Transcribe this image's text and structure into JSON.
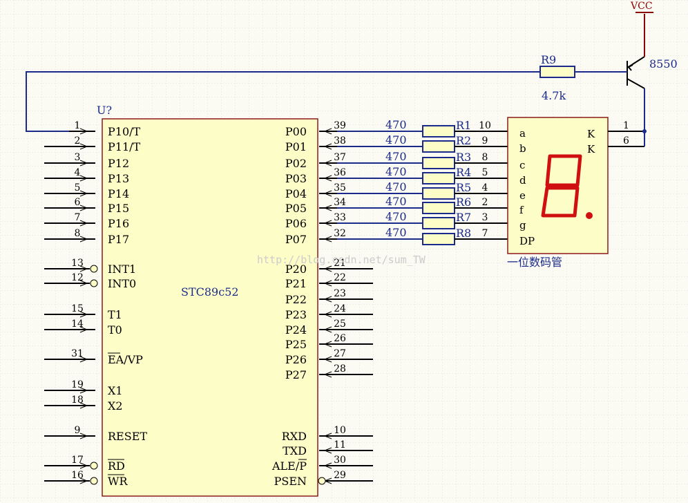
{
  "chip": {
    "designator": "U?",
    "name": "STC89c52",
    "left_pins": [
      {
        "num": "1",
        "name": "P10/T"
      },
      {
        "num": "2",
        "name": "P11/T"
      },
      {
        "num": "3",
        "name": "P12"
      },
      {
        "num": "4",
        "name": "P13"
      },
      {
        "num": "5",
        "name": "P14"
      },
      {
        "num": "6",
        "name": "P15"
      },
      {
        "num": "7",
        "name": "P16"
      },
      {
        "num": "8",
        "name": "P17"
      },
      {
        "num": "13",
        "name": "INT1"
      },
      {
        "num": "12",
        "name": "INT0"
      },
      {
        "num": "15",
        "name": "T1"
      },
      {
        "num": "14",
        "name": "T0"
      },
      {
        "num": "31",
        "name": "EA/VP"
      },
      {
        "num": "19",
        "name": "X1"
      },
      {
        "num": "18",
        "name": "X2"
      },
      {
        "num": "9",
        "name": "RESET"
      },
      {
        "num": "17",
        "name": "RD"
      },
      {
        "num": "16",
        "name": "WR"
      }
    ],
    "right_pins": [
      {
        "num": "39",
        "name": "P00"
      },
      {
        "num": "38",
        "name": "P01"
      },
      {
        "num": "37",
        "name": "P02"
      },
      {
        "num": "36",
        "name": "P03"
      },
      {
        "num": "35",
        "name": "P04"
      },
      {
        "num": "34",
        "name": "P05"
      },
      {
        "num": "33",
        "name": "P06"
      },
      {
        "num": "32",
        "name": "P07"
      },
      {
        "num": "21",
        "name": "P20"
      },
      {
        "num": "22",
        "name": "P21"
      },
      {
        "num": "23",
        "name": "P22"
      },
      {
        "num": "24",
        "name": "P23"
      },
      {
        "num": "25",
        "name": "P24"
      },
      {
        "num": "26",
        "name": "P25"
      },
      {
        "num": "27",
        "name": "P26"
      },
      {
        "num": "28",
        "name": "P27"
      },
      {
        "num": "10",
        "name": "RXD"
      },
      {
        "num": "11",
        "name": "TXD"
      },
      {
        "num": "30",
        "name": "ALE/P"
      },
      {
        "num": "29",
        "name": "PSEN"
      }
    ]
  },
  "resistors": [
    {
      "value": "470",
      "ref": "R1",
      "pin": "10"
    },
    {
      "value": "470",
      "ref": "R2",
      "pin": "9"
    },
    {
      "value": "470",
      "ref": "R3",
      "pin": "8"
    },
    {
      "value": "470",
      "ref": "R4",
      "pin": "5"
    },
    {
      "value": "470",
      "ref": "R5",
      "pin": "4"
    },
    {
      "value": "470",
      "ref": "R6",
      "pin": "2"
    },
    {
      "value": "470",
      "ref": "R7",
      "pin": "3"
    },
    {
      "value": "470",
      "ref": "R8",
      "pin": "7"
    }
  ],
  "display": {
    "segments": [
      "a",
      "b",
      "c",
      "d",
      "e",
      "f",
      "g",
      "DP"
    ],
    "k1": "K",
    "k2": "K",
    "k1_pin": "1",
    "k2_pin": "6",
    "label": "一位数码管",
    "digit_color": "#d01010"
  },
  "transistor": {
    "r9_ref": "R9",
    "r9_value": "4.7k",
    "model": "8550",
    "vcc": "VCC"
  },
  "watermark": "http://blog.csdn.net/sum_TW",
  "colors": {
    "wire": "#1a2a8a",
    "body": "#fdfdc8",
    "body_stroke": "#8b1a1a",
    "pin": "#000000"
  }
}
